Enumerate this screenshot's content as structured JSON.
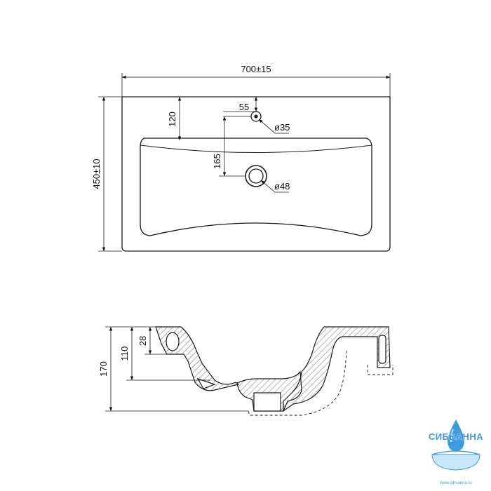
{
  "top_view": {
    "width_label": "700±15",
    "depth_label": "450±10",
    "rim_to_hole_label": "120",
    "faucet_offset_label": "55",
    "faucet_hole_label": "ø35",
    "drain_offset_label": "165",
    "drain_hole_label": "ø48"
  },
  "section_view": {
    "overall_height_label": "170",
    "bowl_height_label": "110",
    "rim_thickness_label": "28"
  },
  "logo": {
    "brand": "СИБВАННА",
    "url": "www.sibvanna.ru"
  },
  "colors": {
    "line": "#1a1a1a",
    "logo_blue": "#1e8ad6",
    "logo_light": "#bfe3f7"
  }
}
